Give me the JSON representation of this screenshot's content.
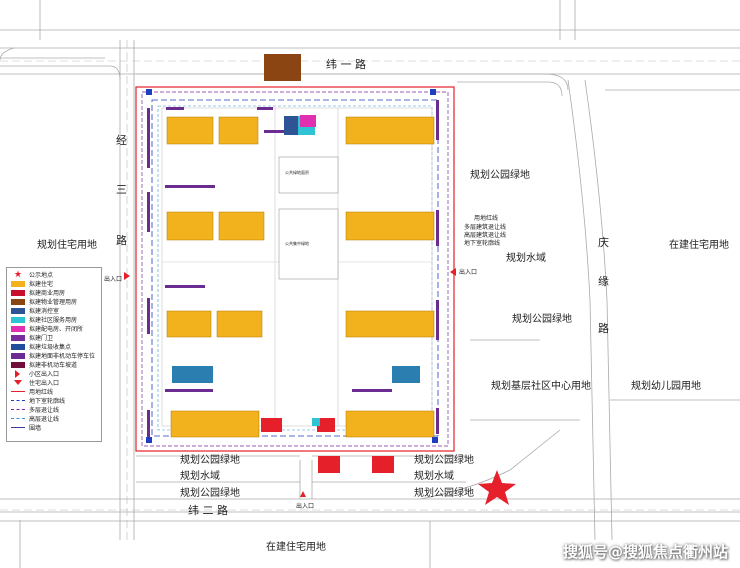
{
  "roads": {
    "north": "纬 一 路",
    "south": "纬 二 路",
    "west": [
      "经",
      "三",
      "路"
    ],
    "east": [
      "庆",
      "缘",
      "路"
    ]
  },
  "areas": {
    "west_residential": "规划住宅用地",
    "east_residential": "在建住宅用地",
    "south_residential": "在建住宅用地",
    "park_ne": "规划公园绿地",
    "water_e": "规划水域",
    "park_e": "规划公园绿地",
    "community_center": "规划基层社区中心用地",
    "kindergarten": "规划幼儿园用地",
    "park_sw": "规划公园绿地",
    "water_sw": "规划水域",
    "park_sw2": "规划公园绿地",
    "park_se": "规划公园绿地",
    "water_se": "规划水域",
    "park_se2": "规划公园绿地"
  },
  "boundary_legend": [
    "用地红线",
    "多层建筑退让线",
    "高层建筑退让线",
    "地下室轮廓线"
  ],
  "entrances": {
    "west": "出入口",
    "east": "出入口",
    "south": "出入口"
  },
  "legend": [
    {
      "label": "公示地点",
      "swatch": "star",
      "color": "#e5202a"
    },
    {
      "label": "拟建住宅",
      "swatch": "fill",
      "color": "#f2b21e"
    },
    {
      "label": "拟建商业用房",
      "swatch": "fill",
      "color": "#c8102e"
    },
    {
      "label": "拟建物业管理用房",
      "swatch": "fill",
      "color": "#8b4513"
    },
    {
      "label": "拟建消控室",
      "swatch": "fill",
      "color": "#2f5496"
    },
    {
      "label": "拟建社区服务用房",
      "swatch": "fill",
      "color": "#2ec4d6"
    },
    {
      "label": "拟建配电房、开闭所",
      "swatch": "fill",
      "color": "#e02fb0"
    },
    {
      "label": "拟建门卫",
      "swatch": "fill",
      "color": "#7b2a9c"
    },
    {
      "label": "拟建垃圾收集点",
      "swatch": "fill",
      "color": "#1f4e9c"
    },
    {
      "label": "拟建地面非机动车停车位",
      "swatch": "fill",
      "color": "#6a2c91"
    },
    {
      "label": "拟建非机动车坡道",
      "swatch": "fill",
      "color": "#6d0f3a"
    },
    {
      "label": "小区出入口",
      "swatch": "tri",
      "color": "#e5202a"
    },
    {
      "label": "住宅出入口",
      "swatch": "vtri",
      "color": "#e5202a"
    },
    {
      "label": "用地红线",
      "swatch": "line",
      "color": "#e5202a"
    },
    {
      "label": "地下室轮廓线",
      "swatch": "dash",
      "color": "#1f3fbf"
    },
    {
      "label": "多层退让线",
      "swatch": "dash",
      "color": "#7b2a9c"
    },
    {
      "label": "高层退让线",
      "swatch": "dash",
      "color": "#3a8fd6"
    },
    {
      "label": "围墙",
      "swatch": "line",
      "color": "#3a3aa0"
    }
  ],
  "site_labels": {
    "plaza_north": "公共绿地面积",
    "plaza_south": "公共集中绿地"
  },
  "colors": {
    "boundary": "#e5202a",
    "residential": "#f2b21e",
    "commercial": "#e5202a",
    "property": "#8b4513",
    "basement": "#1f3fbf"
  },
  "watermark": "搜狐号@搜狐焦点衢州站"
}
